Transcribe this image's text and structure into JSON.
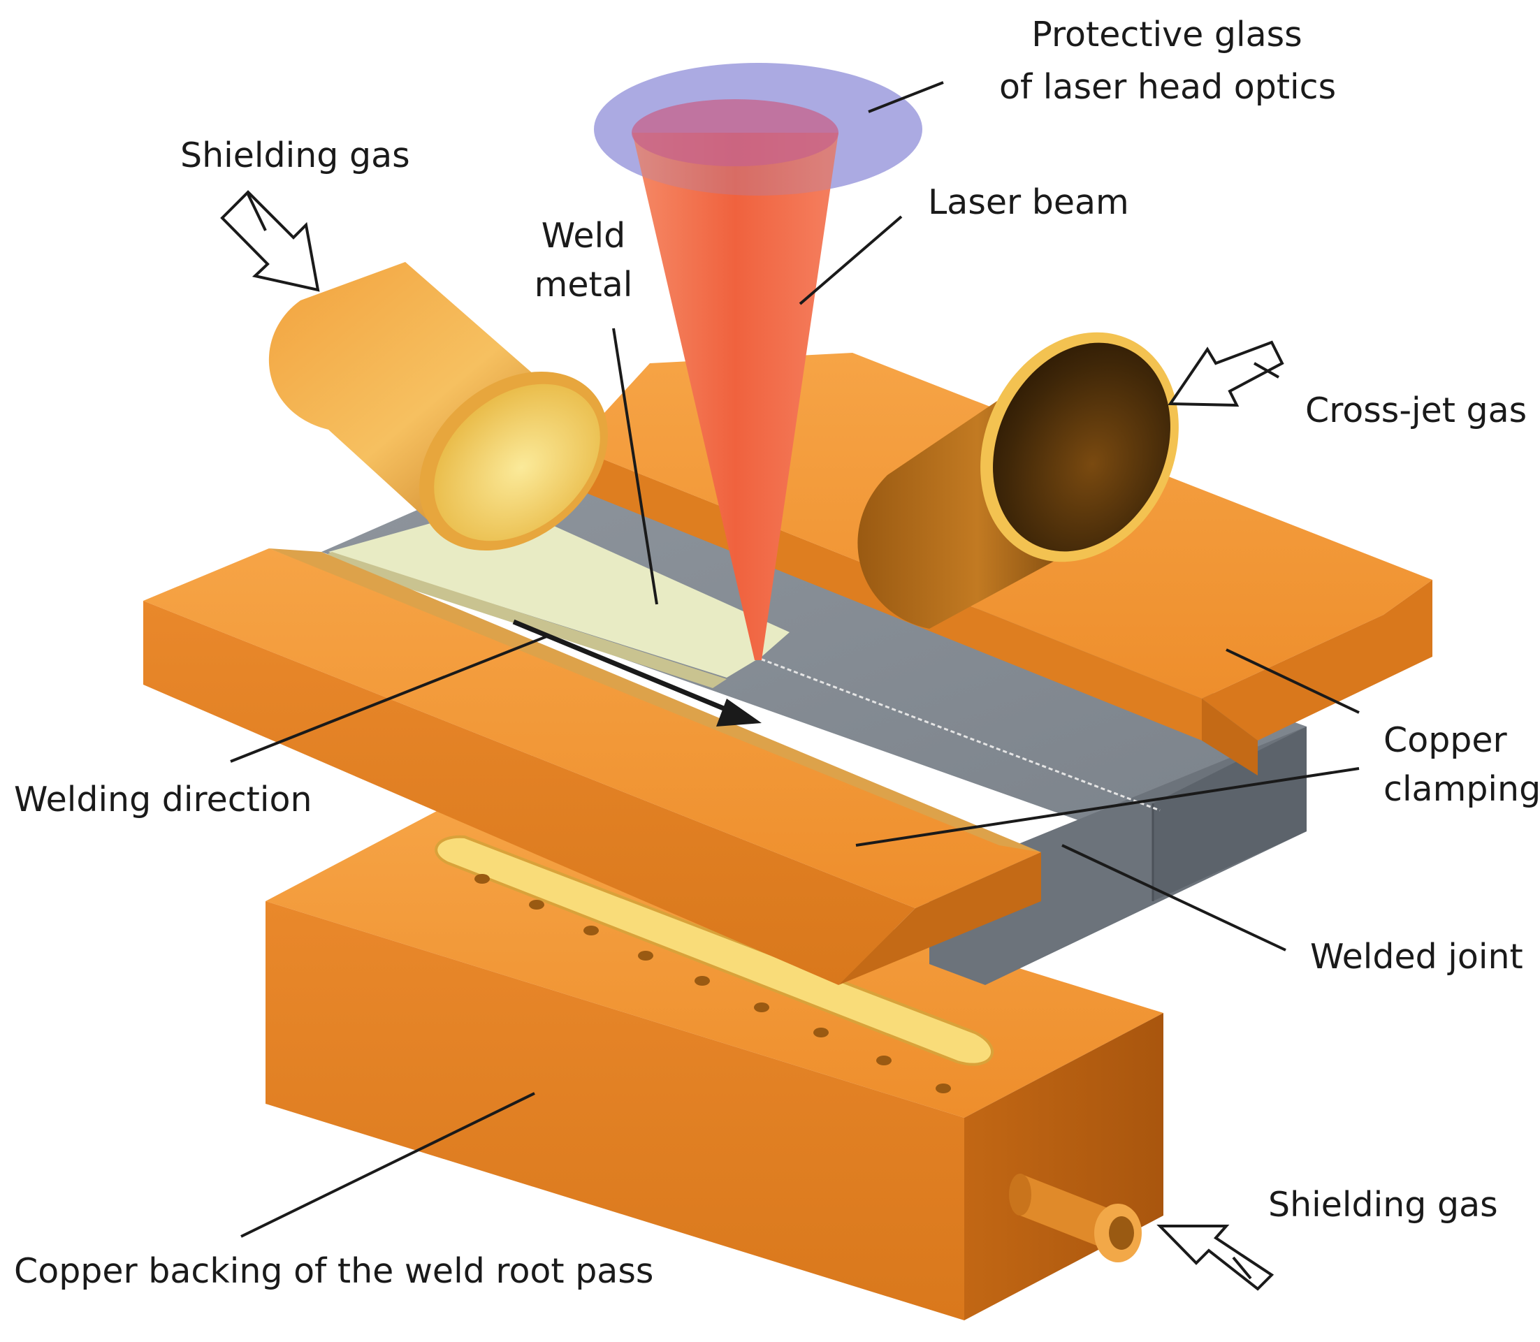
{
  "labels": {
    "protective_glass_line1": "Protective glass",
    "protective_glass_line2": "of laser head optics",
    "shielding_gas_top": "Shielding gas",
    "laser_beam": "Laser beam",
    "weld_metal_line1": "Weld",
    "weld_metal_line2": "metal",
    "cross_jet_gas": "Cross-jet gas",
    "copper_clamping_line1": "Copper",
    "copper_clamping_line2": "clamping",
    "welding_direction": "Welding direction",
    "welded_joint": "Welded joint",
    "shielding_gas_bottom": "Shielding gas",
    "copper_backing": "Copper backing of the weld root pass"
  },
  "colors": {
    "copper": "#F0922E",
    "copper_dark": "#C96E18",
    "steel": "#8A9199",
    "steel_dark": "#5E666E",
    "weld_metal": "#E8EBC4",
    "laser": "#F2704E",
    "glass": "#8E8CD8",
    "nozzle_inner": "#F7DC72",
    "leader_line": "#1a1a1a"
  }
}
